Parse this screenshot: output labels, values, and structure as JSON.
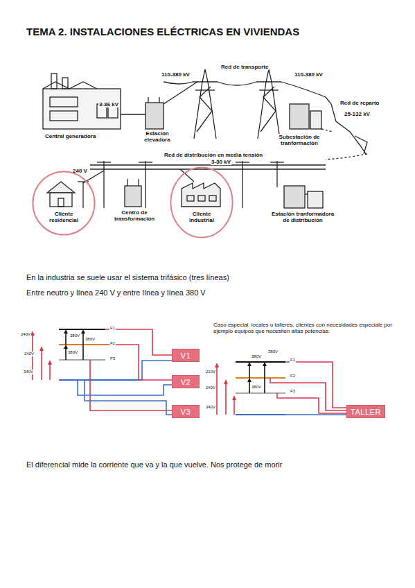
{
  "diagram": {
    "title": "TEMA 2. INSTALACIONES ELÉCTRICAS EN VIVIENDAS",
    "nodes": [
      {
        "text": [
          "Cliente residencial"
        ]
      },
      {
        "text": [
          "Cliente industrial"
        ]
      },
      {
        "text": [
          "V1"
        ]
      },
      {
        "text": [
          "V2"
        ]
      },
      {
        "text": [
          "V3"
        ]
      },
      {
        "text": [
          "TALLER"
        ]
      }
    ],
    "labels": [
      "110-380 kV",
      "Red de transporte",
      "110-380 kV",
      "Red de reparto",
      "3-36 kV",
      "25-132 kV",
      "Central generadora",
      "Estación elevadora",
      "Subestación de tranformación",
      "Red de distribución en media tensión",
      "3-30 kV",
      "240 V",
      "Centro de transformación",
      "Estación tranformadora de distribución",
      "En la industria se suele usar el sistema trifásico (tres líneas)",
      "Entre neutro y línea 240 V y entre línea y línea 380 V",
      "240V",
      "380V",
      "380V",
      "F1",
      "F2",
      "F3",
      "240V",
      "380V",
      "340V",
      "Caso especial. locales o talleres, clientes con necesidades especiale por ejemplo equipos que necesiten altas potencias.",
      "F1",
      "F2",
      "F3",
      "210V",
      "380V",
      "380V",
      "240V",
      "380V",
      "340V",
      "El diferencial mide la corriente que va y la que vuelve. Nos protege de morir"
    ]
  }
}
